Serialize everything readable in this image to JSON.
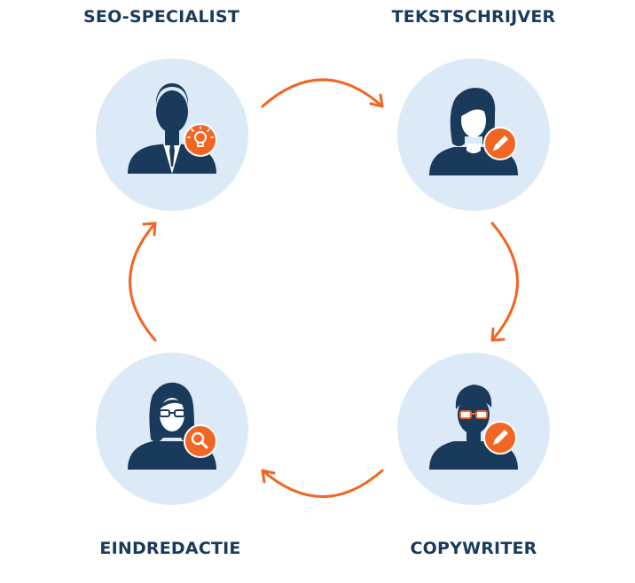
{
  "colors": {
    "circle_bg": "#dceaf7",
    "figure": "#1a3a5c",
    "accent": "#f26522",
    "label": "#1a3a5c"
  },
  "roles": {
    "seo": {
      "label": "SEO-SPECIALIST",
      "badge_icon": "lightbulb-icon"
    },
    "tekstschrijver": {
      "label": "TEKSTSCHRIJVER",
      "badge_icon": "pencil-icon"
    },
    "copywriter": {
      "label": "COPYWRITER",
      "badge_icon": "pencil-icon"
    },
    "eindredactie": {
      "label": "EINDREDACTIE",
      "badge_icon": "magnifier-icon"
    }
  },
  "cycle_order": [
    "seo",
    "tekstschrijver",
    "copywriter",
    "eindredactie"
  ]
}
